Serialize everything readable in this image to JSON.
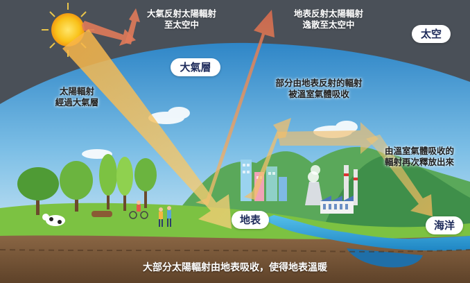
{
  "labels": {
    "space": "太空",
    "atmosphere": "大氣層",
    "surface": "地表",
    "ocean": "海洋"
  },
  "annotations": {
    "atmosphere_reflection": [
      "大氣反射太陽輻射",
      "至太空中"
    ],
    "surface_reflection": [
      "地表反射太陽輻射",
      "逸散至太空中"
    ],
    "solar_through_atmosphere": [
      "太陽輻射",
      "經過大氣層"
    ],
    "absorbed_by_ghg": [
      "部分由地表反射的輻射",
      "被溫室氣體吸收"
    ],
    "re_emitted": [
      "由溫室氣體吸收的",
      "輻射再次釋放出來"
    ],
    "surface_warming": "大部分太陽輻射由地表吸收，使得地表溫暖"
  },
  "colors": {
    "space": "#4a5058",
    "sky_top": "#2f86c7",
    "sky_bottom": "#e9f5fb",
    "sun": "#f7c21a",
    "solar_arrow": "#f7a940",
    "reflect_arrow": "#e07a5a",
    "ground_green": "#7cc242",
    "soil": "#7a5a3c",
    "water": "#3aa7d9",
    "label_text": "#1d2a5a"
  }
}
